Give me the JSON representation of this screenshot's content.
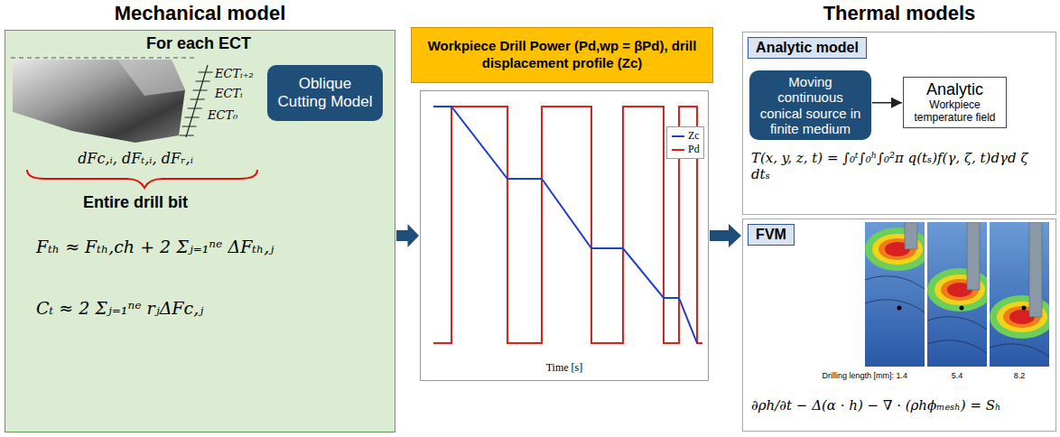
{
  "diagram": {
    "nodes": [
      {
        "text": [
          "Mechanical model",
          "For each ECT",
          "dFc,ᵢ, dFₜ,ᵢ, dFᵣ,ᵢ",
          "Entire drill bit",
          "Fₜₕ ≈ Fₜₕ,ch + 2 Σⱼ₌₁ⁿᵉ ΔFₜₕ,ⱼ",
          "Cₜ ≈ 2 Σⱼ₌₁ⁿᵉ rⱼΔFc,ⱼ"
        ]
      },
      {
        "text": [
          "Oblique Cutting Model"
        ],
        "in": 0
      },
      {
        "text": [
          "Workpiece Drill Power (Pd,wp = βPd), drill displacement profile (Zc)"
        ]
      },
      {
        "text": [
          "Time [s]"
        ]
      },
      {
        "text": [
          "Thermal models"
        ]
      },
      {
        "text": [
          "Analytic model",
          "T(x, y, z, t) = ∫₀ᵗ∫₀ʰ∫₀²π q(tₛ)f(γ, ζ, t)dγd ζ dtₛ"
        ],
        "in": 4
      },
      {
        "text": [
          "Moving continuous conical source in finite medium"
        ],
        "in": 5
      },
      {
        "text": [
          "Analytic",
          "Workpiece temperature field"
        ],
        "in": 5
      },
      {
        "text": [
          "FVM",
          "∂ρh/∂t − Δ(α · h) − ∇ · (ρhϕₘₑₛₕ) = Sₕ"
        ],
        "in": 4
      }
    ],
    "edges": [
      {
        "from": 0,
        "to": 3,
        "arrow": "to"
      },
      {
        "from": 3,
        "to": 4,
        "arrow": "to"
      },
      {
        "from": 6,
        "to": 7,
        "arrow": "to"
      }
    ],
    "labels": [
      "ECTᵢ₊₂",
      "ECTᵢ",
      "ECT₀",
      "Drilling length [mm]: 1.4",
      "5.4",
      "8.2"
    ],
    "legend": [
      {
        "text": "Zc"
      },
      {
        "text": "Pd"
      }
    ]
  }
}
